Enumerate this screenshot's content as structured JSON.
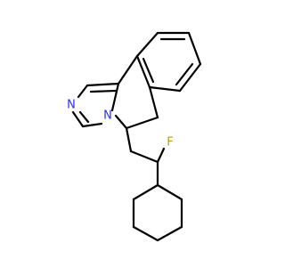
{
  "molecule": {
    "atoms": {
      "n_top": {
        "symbol": "N",
        "color": "#2b2bff"
      },
      "n_ring": {
        "symbol": "N",
        "color": "#2b2bff"
      },
      "f": {
        "symbol": "F",
        "color": "#b8a000"
      }
    }
  }
}
